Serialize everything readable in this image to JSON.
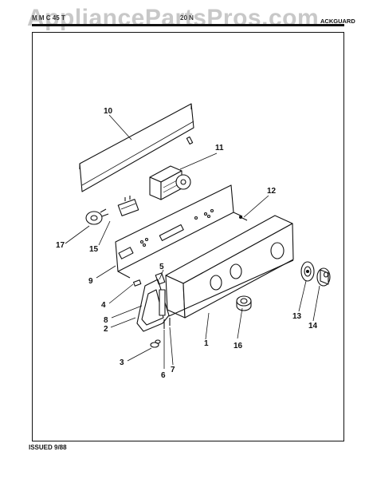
{
  "watermark": "AppliancePartsPros.com",
  "header": {
    "left_text": "M  M  C  45  T",
    "mid_text": "20  N",
    "right_text": "ACKGUARD"
  },
  "footer": {
    "issued": "ISSUED 9/88"
  },
  "callouts": {
    "c1": "1",
    "c2": "2",
    "c3": "3",
    "c4": "4",
    "c5": "5",
    "c6": "6",
    "c7": "7",
    "c8": "8",
    "c9": "9",
    "c10": "10",
    "c11": "11",
    "c12": "12",
    "c13": "13",
    "c14": "14",
    "c15": "15",
    "c16": "16",
    "c17": "17"
  }
}
